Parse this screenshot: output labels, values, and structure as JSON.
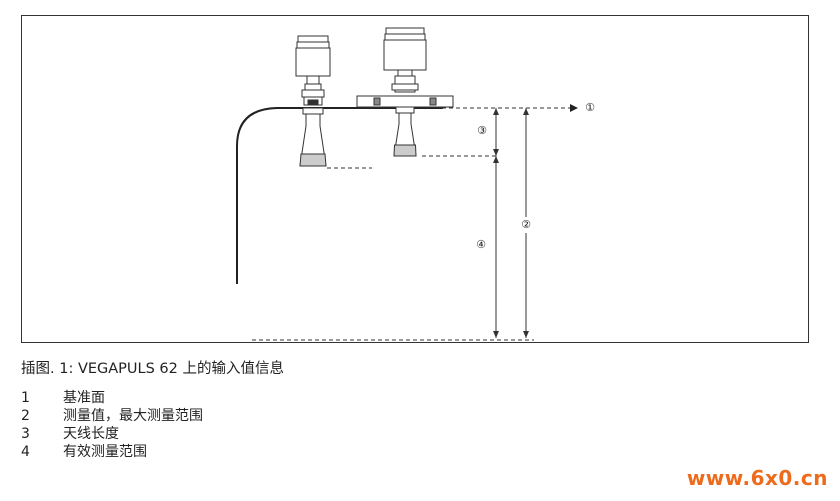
{
  "figure": {
    "markers": [
      "①",
      "②",
      "③",
      "④"
    ],
    "caption": "插图. 1: VEGAPULS 62 上的输入值信息"
  },
  "legend": [
    {
      "num": "1",
      "text": "基准面"
    },
    {
      "num": "2",
      "text": "测量值，最大测量范围"
    },
    {
      "num": "3",
      "text": "天线长度"
    },
    {
      "num": "4",
      "text": "有效测量范围"
    }
  ],
  "watermark": "www.6x0.cn"
}
